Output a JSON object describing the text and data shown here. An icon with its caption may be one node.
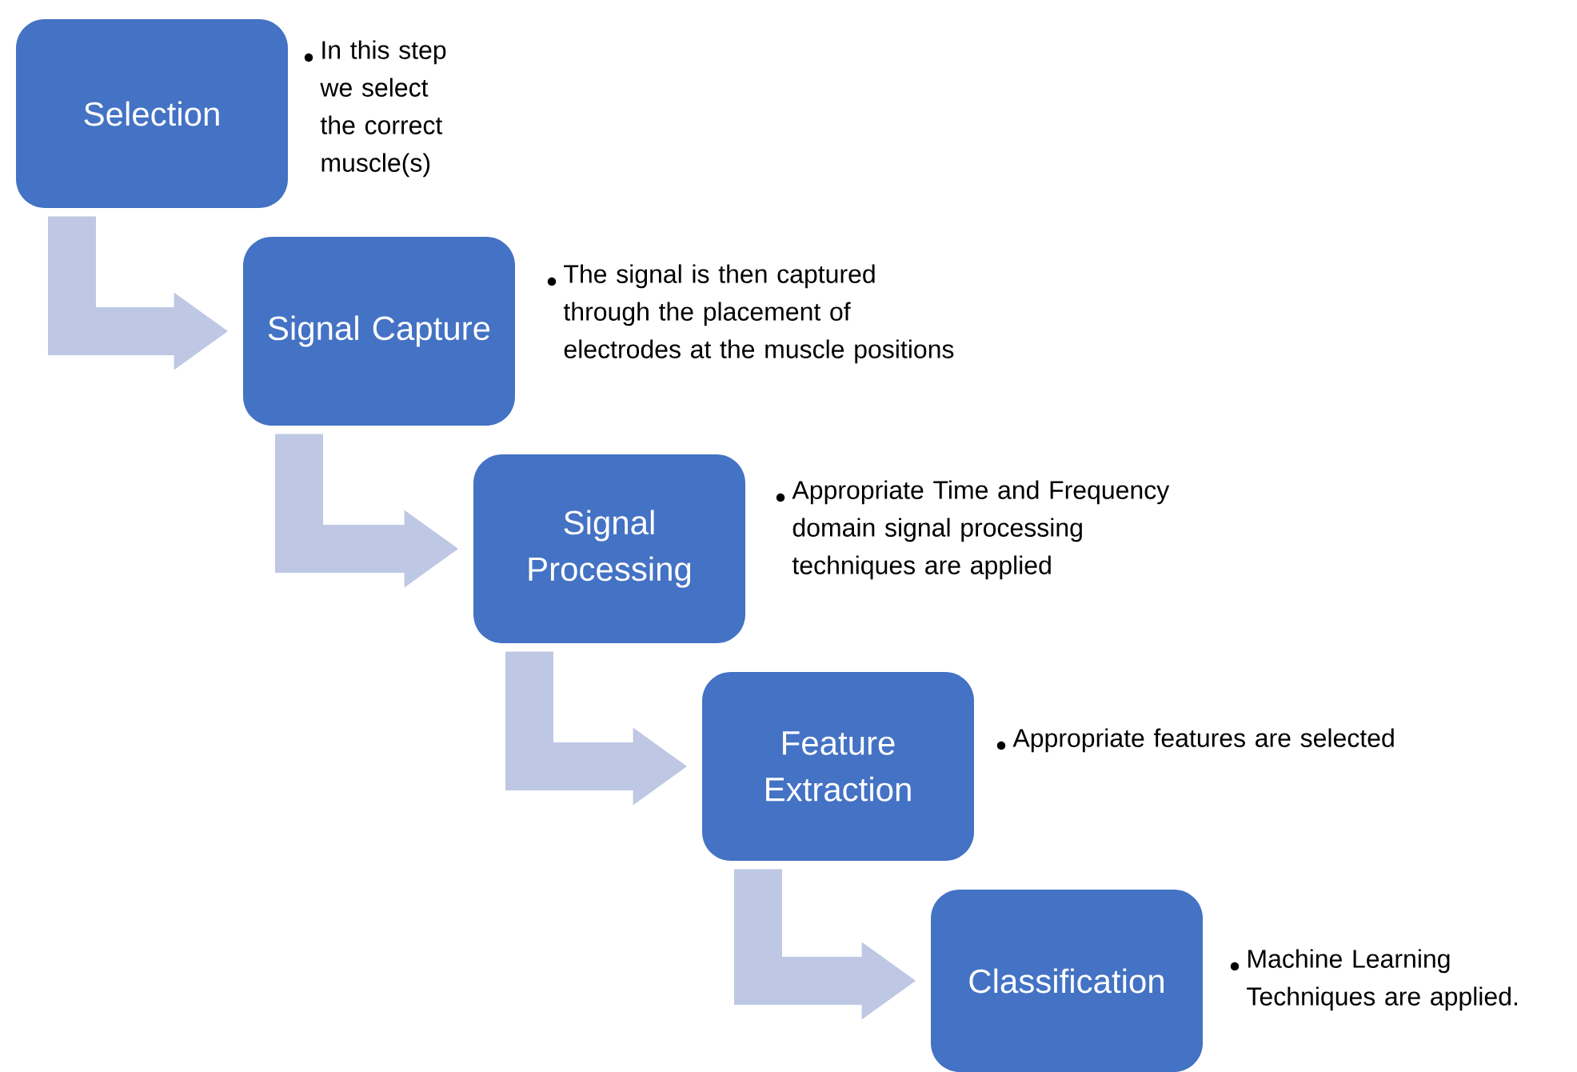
{
  "diagram": {
    "nodes": [
      {
        "text": [
          "Selection"
        ],
        "beside": [
          "In this step we select the correct muscle(s)"
        ]
      },
      {
        "text": [
          "Signal Capture"
        ],
        "beside": [
          "The signal is then captured through the placement of electrodes at the muscle positions"
        ]
      },
      {
        "text": [
          "Signal Processing"
        ],
        "beside": [
          "Appropriate Time and Frequency domain signal processing techniques are applied"
        ]
      },
      {
        "text": [
          "Feature Extraction"
        ],
        "beside": [
          "Appropriate features are selected"
        ]
      },
      {
        "text": [
          "Classification"
        ],
        "beside": [
          "Machine Learning Techniques are applied."
        ]
      }
    ],
    "edges": [
      {
        "from": 0,
        "to": 1,
        "arrow": "to"
      },
      {
        "from": 1,
        "to": 2,
        "arrow": "to"
      },
      {
        "from": 2,
        "to": 3,
        "arrow": "to"
      },
      {
        "from": 3,
        "to": 4,
        "arrow": "to"
      }
    ]
  }
}
